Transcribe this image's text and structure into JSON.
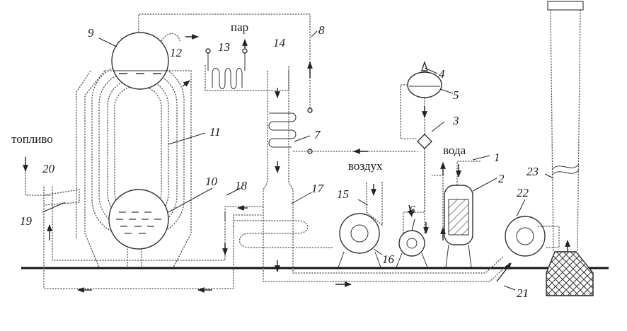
{
  "labels": {
    "steam": "пар",
    "fuel": "топливо",
    "water": "вода",
    "air": "воздух"
  },
  "numbers": {
    "n1": "1",
    "n2": "2",
    "n3": "3",
    "n4": "4",
    "n5": "5",
    "n6": "6",
    "n7": "7",
    "n8": "8",
    "n9": "9",
    "n10": "10",
    "n11": "11",
    "n12": "12",
    "n13": "13",
    "n14": "14",
    "n15": "15",
    "n16": "16",
    "n17": "17",
    "n18": "18",
    "n19": "19",
    "n20": "20",
    "n21": "21",
    "n22": "22",
    "n23": "23"
  }
}
